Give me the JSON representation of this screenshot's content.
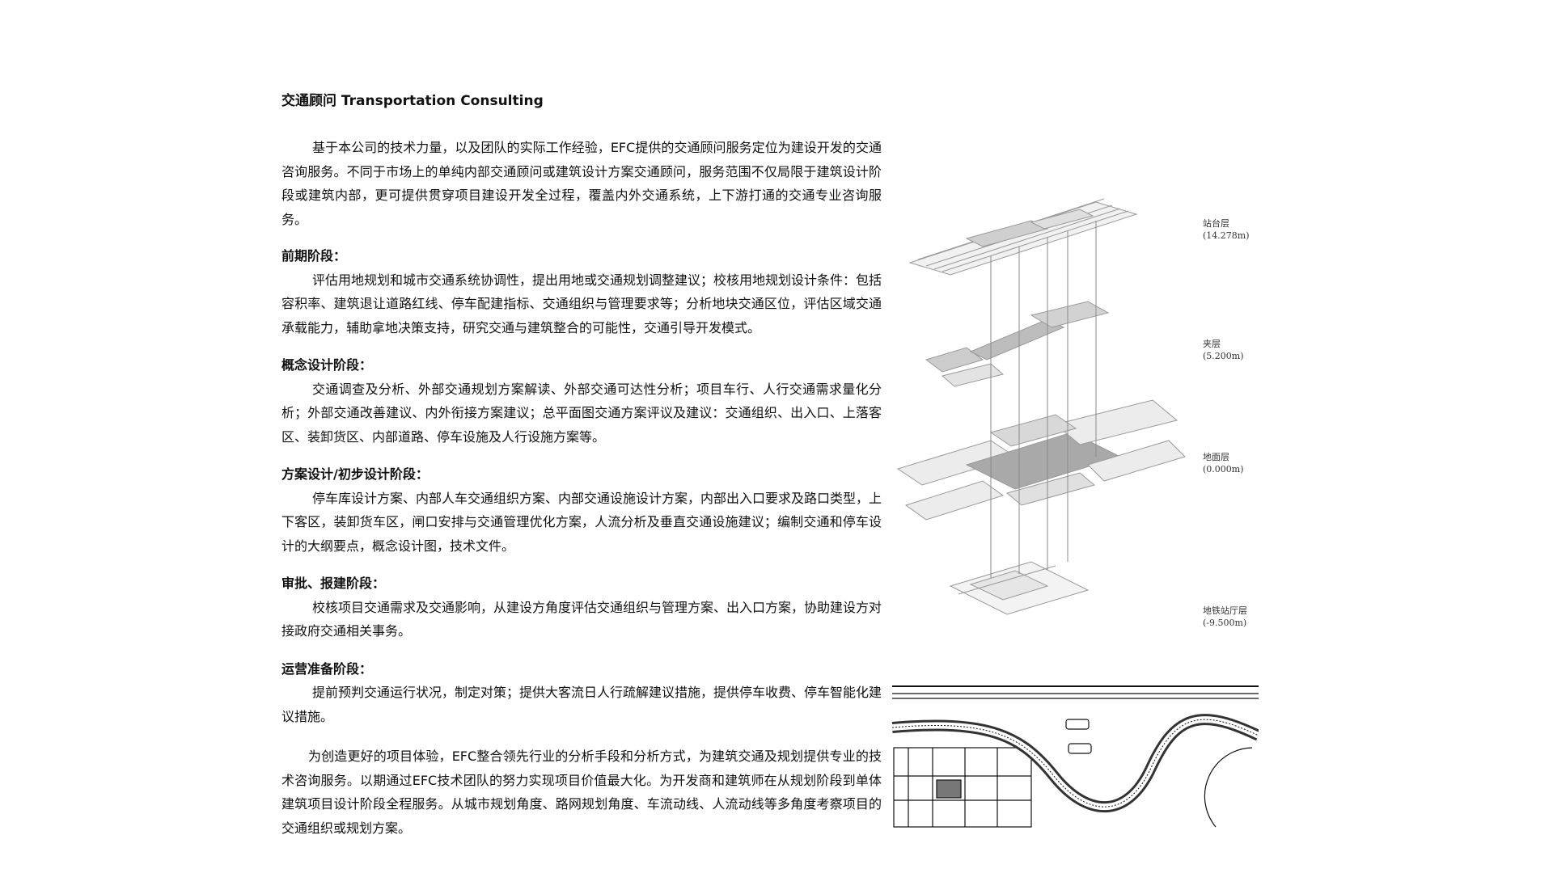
{
  "page": {
    "title": "交通顾问 Transportation Consulting",
    "intro": "基于本公司的技术力量，以及团队的实际工作经验，EFC提供的交通顾问服务定位为建设开发的交通咨询服务。不同于市场上的单纯内部交通顾问或建筑设计方案交通顾问，服务范围不仅局限于建筑设计阶段或建筑内部，更可提供贯穿项目建设开发全过程，覆盖内外交通系统，上下游打通的交通专业咨询服务。",
    "sections": [
      {
        "title": "前期阶段：",
        "body": "评估用地规划和城市交通系统协调性，提出用地或交通规划调整建议；校核用地规划设计条件：包括容积率、建筑退让道路红线、停车配建指标、交通组织与管理要求等；分析地块交通区位，评估区域交通承载能力，辅助拿地决策支持，研究交通与建筑整合的可能性，交通引导开发模式。"
      },
      {
        "title": "概念设计阶段：",
        "body": "交通调查及分析、外部交通规划方案解读、外部交通可达性分析；项目车行、人行交通需求量化分析；外部交通改善建议、内外衔接方案建议；总平面图交通方案评议及建议：交通组织、出入口、上落客区、装卸货区、内部道路、停车设施及人行设施方案等。"
      },
      {
        "title": "方案设计/初步设计阶段：",
        "body": "停车库设计方案、内部人车交通组织方案、内部交通设施设计方案，内部出入口要求及路口类型，上下客区，装卸货车区，闸口安排与交通管理优化方案，人流分析及垂直交通设施建议；编制交通和停车设计的大纲要点，概念设计图，技术文件。"
      },
      {
        "title": "审批、报建阶段：",
        "body": "校核项目交通需求及交通影响，从建设方角度评估交通组织与管理方案、出入口方案，协助建设方对接政府交通相关事务。"
      },
      {
        "title": "运营准备阶段：",
        "body": "提前预判交通运行状况，制定对策；提供大客流日人行疏解建议措施，提供停车收费、停车智能化建议措施。"
      }
    ],
    "closing": "为创造更好的项目体验，EFC整合领先行业的分析手段和分析方式，为建筑交通及规划提供专业的技术咨询服务。以期通过EFC技术团队的努力实现项目价值最大化。为开发商和建筑师在从规划阶段到单体建筑项目设计阶段全程服务。从城市规划角度、路网规划角度、车流动线、人流动线等多角度考察项目的交通组织或规划方案。"
  },
  "figure": {
    "levels": [
      {
        "name": "站台层",
        "elevation": "(14.278m)"
      },
      {
        "name": "夹层",
        "elevation": "(5.200m)"
      },
      {
        "name": "地面层",
        "elevation": "(0.000m)"
      },
      {
        "name": "地铁站厅层",
        "elevation": "(-9.500m)"
      }
    ]
  }
}
